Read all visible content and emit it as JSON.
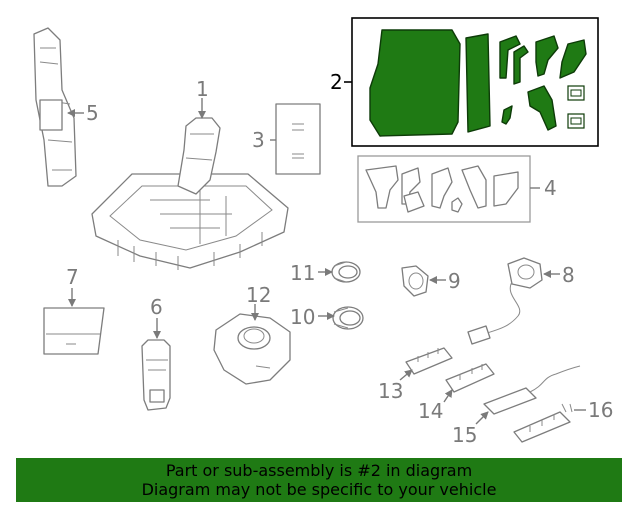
{
  "callouts": {
    "n1": "1",
    "n2": "2",
    "n3": "3",
    "n4": "4",
    "n5": "5",
    "n6": "6",
    "n7": "7",
    "n8": "8",
    "n9": "9",
    "n10": "10",
    "n11": "11",
    "n12": "12",
    "n13": "13",
    "n14": "14",
    "n15": "15",
    "n16": "16"
  },
  "highlight_color": "#1f7a14",
  "banner": {
    "line1": "Part or sub-assembly is #2 in diagram",
    "line2": "Diagram may not be specific to your vehicle"
  }
}
